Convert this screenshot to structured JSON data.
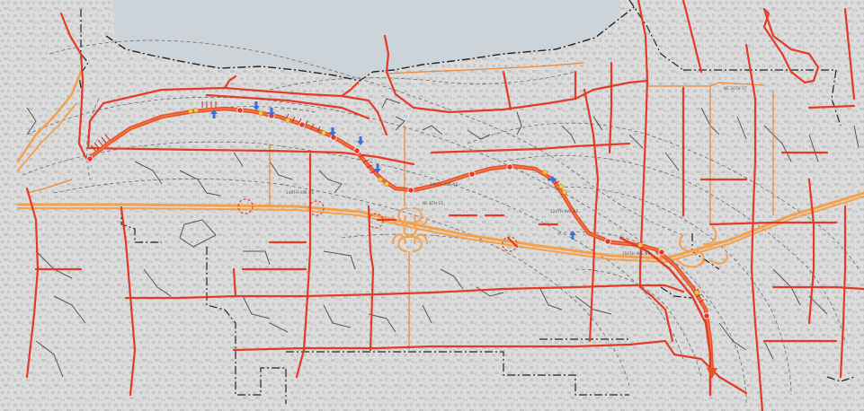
{
  "map": {
    "colors": {
      "land": "#dcdcdc",
      "water": "#ccd3d9",
      "texture": "#bdbdbd",
      "arterial": "#e33b27",
      "corridor": "#e8532a",
      "freeway": "#f5a04c",
      "minor_arterial": "#f08a3b",
      "local": "#555555",
      "contour": "#6b6b6b",
      "boundary": "#222222",
      "station": "#e8372a",
      "stop": "#f2c94c",
      "arrow": "#3f6fd1",
      "study_circle": "#d9442b"
    },
    "icons": {
      "direction": "arrow-up-icon",
      "station": "station-dot-icon",
      "stop": "stop-dot-icon",
      "circle": "dashed-circle-icon"
    },
    "labels": {
      "l1": "148TH AVE NE",
      "l2": "NE 8TH ST",
      "l3": "140TH AVE NE",
      "l4": "NE 20TH ST",
      "l5": "156TH AVE NE",
      "l6": "124TH AVE NE"
    }
  }
}
